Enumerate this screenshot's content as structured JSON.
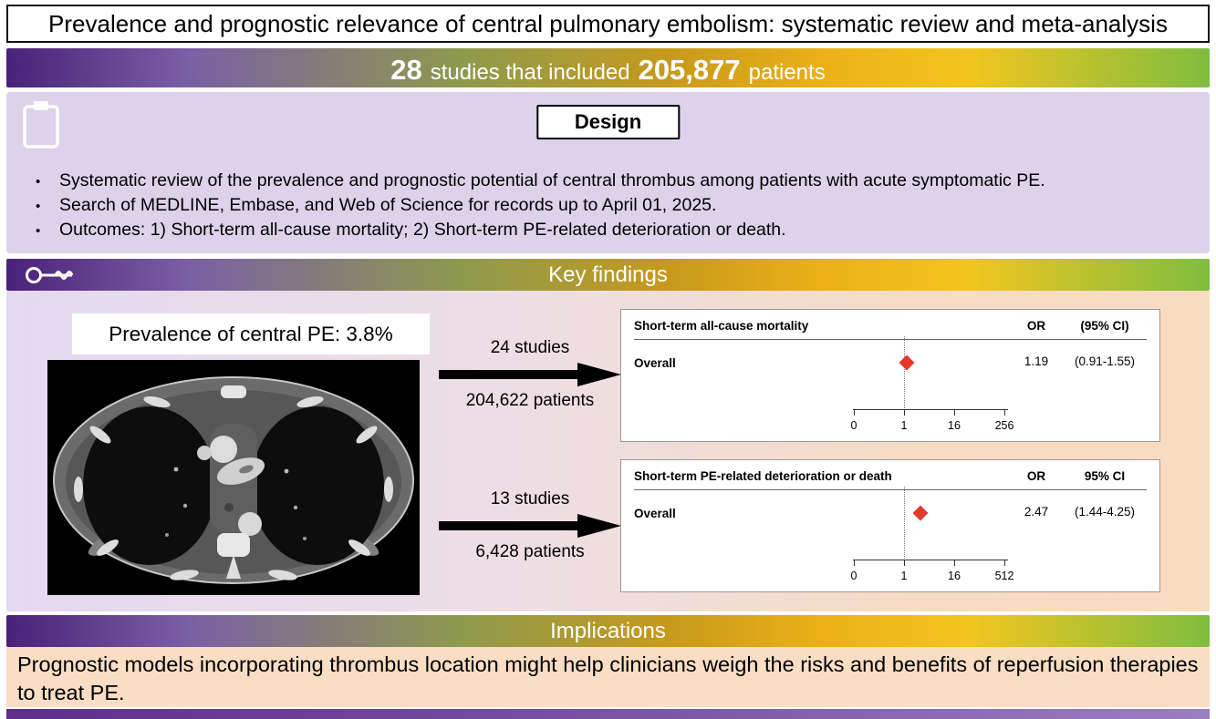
{
  "title": "Prevalence and prognostic relevance of central pulmonary embolism: systematic review and meta-analysis",
  "summary_banner": {
    "studies_count": "28",
    "between_text": "studies that included",
    "patients_count": "205,877",
    "after_text": "patients"
  },
  "design": {
    "heading": "Design",
    "bullets": [
      "Systematic review of the prevalence and prognostic potential of central thrombus among patients with acute symptomatic PE.",
      "Search of MEDLINE, Embase, and Web of Science for records up to April 01, 2025.",
      "Outcomes: 1) Short-term all-cause mortality; 2) Short-term PE-related deterioration or death."
    ]
  },
  "key_findings": {
    "heading": "Key findings",
    "prevalence_label": "Prevalence of central PE: 3.8%",
    "arrow1": {
      "studies": "24 studies",
      "patients": "204,622 patients"
    },
    "arrow2": {
      "studies": "13 studies",
      "patients": "6,428 patients"
    },
    "plot1": {
      "title": "Short-term all-cause mortality",
      "or_header": "OR",
      "ci_header": "(95% CI)",
      "row_label": "Overall",
      "or_value": "1.19",
      "ci_value": "(0.91-1.55)",
      "axis_ticks": [
        "0",
        "1",
        "16",
        "256"
      ]
    },
    "plot2": {
      "title": "Short-term PE-related deterioration or death",
      "or_header": "OR",
      "ci_header": "95% CI",
      "row_label": "Overall",
      "or_value": "2.47",
      "ci_value": "(1.44-4.25)",
      "axis_ticks": [
        "0",
        "1",
        "16",
        "512"
      ]
    }
  },
  "implications": {
    "heading": "Implications",
    "text": "Prognostic models incorporating thrombus location might help clinicians weigh the risks and benefits of reperfusion therapies to treat PE."
  },
  "icons": {
    "clipboard": "clipboard-icon",
    "key": "key-icon",
    "arrow": "arrow-right-icon"
  },
  "colors": {
    "banner_purple": "#4A2178",
    "banner_green": "#8E9A4D",
    "banner_gold": "#EBB117",
    "banner_lime": "#7FBD3F",
    "design_bg": "#DCD2EA",
    "findings_bg_left": "#E4DAF1",
    "findings_bg_right": "#F8DCC0",
    "implications_bg": "#F9DDC4",
    "diamond_red": "#E23B2C"
  },
  "chart_data": [
    {
      "type": "scatter",
      "subtype": "forest-plot",
      "title": "Short-term all-cause mortality",
      "rows": [
        {
          "label": "Overall",
          "or": 1.19,
          "ci_low": 0.91,
          "ci_high": 1.55
        }
      ],
      "x_ticks": [
        0,
        1,
        16,
        256
      ],
      "x_scale": "log",
      "reference_line": 1,
      "n_studies": 24,
      "n_patients": 204622,
      "columns": [
        "OR",
        "(95% CI)"
      ]
    },
    {
      "type": "scatter",
      "subtype": "forest-plot",
      "title": "Short-term PE-related deterioration or death",
      "rows": [
        {
          "label": "Overall",
          "or": 2.47,
          "ci_low": 1.44,
          "ci_high": 4.25
        }
      ],
      "x_ticks": [
        0,
        1,
        16,
        512
      ],
      "x_scale": "log",
      "reference_line": 1,
      "n_studies": 13,
      "n_patients": 6428,
      "columns": [
        "OR",
        "95% CI"
      ]
    }
  ]
}
